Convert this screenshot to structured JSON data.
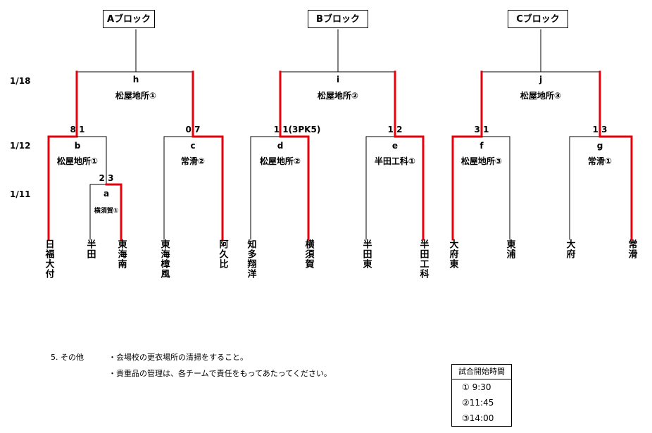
{
  "blocks": [
    {
      "label": "Aブロック"
    },
    {
      "label": "Bブロック"
    },
    {
      "label": "Cブロック"
    }
  ],
  "rounds": {
    "r18": "1/18",
    "r12": "1/12",
    "r11": "1/11"
  },
  "matches": {
    "h": {
      "id": "h",
      "venue": "松屋地所①"
    },
    "i": {
      "id": "i",
      "venue": "松屋地所②"
    },
    "j": {
      "id": "j",
      "venue": "松屋地所③"
    },
    "b": {
      "id": "b",
      "venue": "松屋地所①",
      "score": "8 1"
    },
    "c": {
      "id": "c",
      "venue": "常滑②",
      "score": "0 7"
    },
    "d": {
      "id": "d",
      "venue": "松屋地所②",
      "score": "1 1(3PK5)"
    },
    "e": {
      "id": "e",
      "venue": "半田工科①",
      "score": "1 2"
    },
    "f": {
      "id": "f",
      "venue": "松屋地所③",
      "score": "3 1"
    },
    "g": {
      "id": "g",
      "venue": "常滑①",
      "score": "1 3"
    },
    "a": {
      "id": "a",
      "venue": "横須賀①",
      "score": "2 3"
    }
  },
  "teams": [
    "日福大付",
    "半田",
    "東海南",
    "東海樟風",
    "阿久比",
    "知多翔洋",
    "横須賀",
    "半田東",
    "半田工科",
    "大府東",
    "東浦",
    "大府",
    "常滑"
  ],
  "notes": {
    "section": "5. その他",
    "line1": "・会場校の更衣場所の清掃をすること。",
    "line2": "・貴重品の管理は、各チームで責任をもってあたってください。"
  },
  "schedule": {
    "title": "試合開始時間",
    "rows": [
      "① 9:30",
      "②11:45",
      "③14:00"
    ]
  },
  "colors": {
    "winner": "#e8000b",
    "line": "#000000"
  }
}
